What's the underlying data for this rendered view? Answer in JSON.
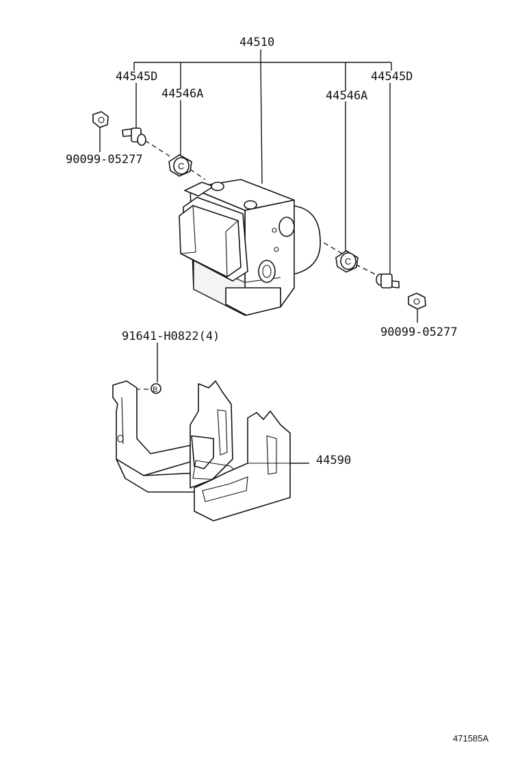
{
  "labels": {
    "assembly": "44510",
    "bolt_left": "44545D",
    "bolt_right": "44545D",
    "cushion_left": "44546A",
    "cushion_right": "44546A",
    "nut_left": "90099-05277",
    "nut_right": "90099-05277",
    "bracket_bolt": "91641-H0822(4)",
    "bracket_bolt_marker": "B",
    "bracket": "44590",
    "cushion_mark": "C",
    "drawing_number": "471585A"
  }
}
